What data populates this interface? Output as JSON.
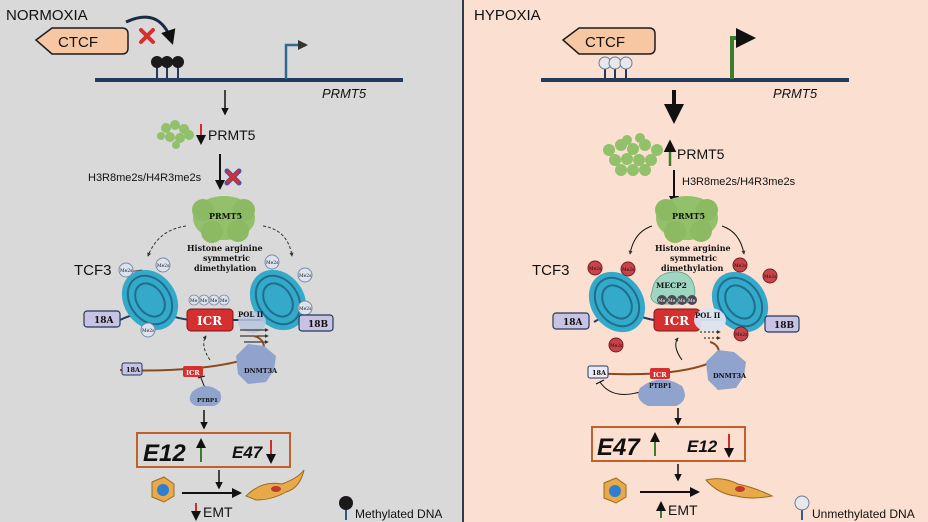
{
  "panels": {
    "normoxia": {
      "title": "NORMOXIA",
      "ctcf": "CTCF",
      "gene": "PRMT5",
      "prmt5_level": "PRMT5",
      "marks": "H3R8me2s/H4R3me2s",
      "enzyme": "PRMT5",
      "process": [
        "Histone arginine",
        "symmetric",
        "dimethylation"
      ],
      "tcf3": "TCF3",
      "me2s": "Me2s",
      "me": "Me",
      "exon_a": "18A",
      "exon_b": "18B",
      "icr": "ICR",
      "pol": "POL II",
      "dnmt": "DNMT3A",
      "ptbp": "PTBP1",
      "iso_left": "E12",
      "iso_right": "E47",
      "emt": "EMT",
      "legend": "Methylated DNA"
    },
    "hypoxia": {
      "title": "HYPOXIA",
      "ctcf": "CTCF",
      "gene": "PRMT5",
      "prmt5_level": "PRMT5",
      "marks": "H3R8me2s/H4R3me2s",
      "enzyme": "PRMT5",
      "process": [
        "Histone arginine",
        "symmetric",
        "dimethylation"
      ],
      "tcf3": "TCF3",
      "me2s": "Me2s",
      "me": "Me",
      "mecp": "MECP2",
      "exon_a": "18A",
      "exon_b": "18B",
      "icr": "ICR",
      "pol": "POL II",
      "dnmt": "DNMT3A",
      "ptbp": "PTBP1",
      "iso_left": "E47",
      "iso_right": "E12",
      "emt": "EMT",
      "legend": "Unmethylated DNA"
    }
  },
  "colors": {
    "normoxia_bg": "#d9d9d9",
    "hypoxia_bg": "#fbe0d1",
    "divider": "#2f3b4b",
    "dna": "#23395d",
    "ctcf": "#f7c7a3",
    "nucleosome": "#35a9c9",
    "icr": "#d62f2f",
    "protein": "#8fa3cc",
    "prmt5": "#93c06b",
    "mecp2": "#9fd6c2",
    "box_border": "#c0602a",
    "down_arrow": "#d22b2b",
    "up_arrow": "#3a7d2c",
    "exon": "#c9c3e3",
    "methylated": "#1a1a1a"
  }
}
